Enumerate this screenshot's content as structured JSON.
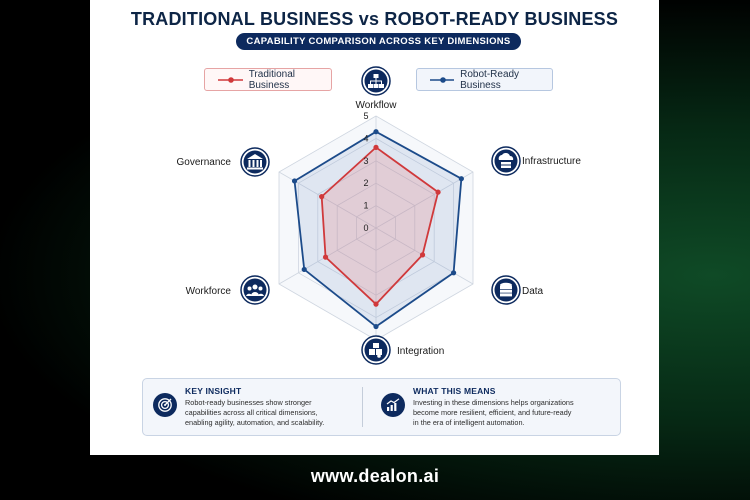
{
  "title": "TRADITIONAL BUSINESS vs ROBOT-READY BUSINESS",
  "subtitle": "CAPABILITY COMPARISON ACROSS KEY DIMENSIONS",
  "colors": {
    "traditional": "#d0393b",
    "robot_ready": "#1c4b8a",
    "navy": "#0d2a5e"
  },
  "chart_data": {
    "type": "radar",
    "categories": [
      "Workflow",
      "Infrastructure",
      "Data",
      "Integration",
      "Workforce",
      "Governance"
    ],
    "icons": [
      "org-chart-icon",
      "cloud-server-icon",
      "database-icon",
      "puzzle-icon",
      "team-icon",
      "government-building-icon"
    ],
    "tick_labels": [
      "0",
      "1",
      "2",
      "3",
      "4",
      "5"
    ],
    "range": [
      0,
      5
    ],
    "series": [
      {
        "name": "Traditional Business",
        "values": [
          3.6,
          3.2,
          2.4,
          3.4,
          2.6,
          2.8
        ]
      },
      {
        "name": "Robot-Ready Business",
        "values": [
          4.3,
          4.4,
          4.0,
          4.4,
          3.7,
          4.2
        ]
      }
    ],
    "legend_position": "top",
    "grid": true
  },
  "insights": [
    {
      "title": "KEY INSIGHT",
      "lines": [
        "Robot-ready businesses show stronger",
        "capabilities across all critical dimensions,",
        "enabling agility, automation, and scalability."
      ],
      "icon": "target-icon"
    },
    {
      "title": "WHAT THIS MEANS",
      "lines": [
        "Investing in these dimensions helps organizations",
        "become more resilient, efficient, and future-ready",
        "in the era of intelligent automation."
      ],
      "icon": "growth-chart-icon"
    }
  ],
  "footer": "www.dealon.ai"
}
